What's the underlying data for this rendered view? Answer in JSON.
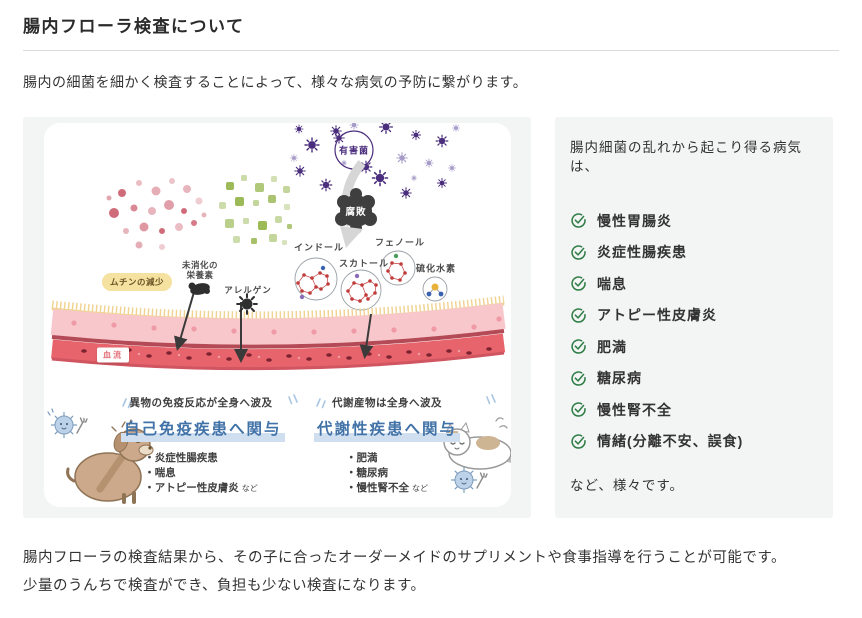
{
  "page": {
    "title": "腸内フローラ検査について",
    "intro": "腸内の細菌を細かく検査することによって、様々な病気の予防に繋がります。",
    "footer_line1": "腸内フローラの検査結果から、その子に合ったオーダーメイドのサプリメントや食事指導を行うことが可能です。",
    "footer_line2": "少量のうんちで検査ができ、負担も少ない検査になります。"
  },
  "illustration": {
    "harmful_bacteria_label": "有害菌",
    "putrefaction_label": "腐敗",
    "indole_label": "インドール",
    "skatole_label": "スカトール",
    "phenol_label": "フェノール",
    "hydrogen_sulfide_label": "硫化水素",
    "mucin_label": "ムチンの減少",
    "undigested_line1": "未消化の",
    "undigested_line2": "栄養素",
    "allergen_label": "アレルゲン",
    "bloodflow_label": "血流",
    "left_note": "異物の免疫反応が全身へ波及",
    "left_heading": "自己免疫疾患へ関与",
    "left_items": [
      {
        "text": "炎症性腸疾患",
        "etc": ""
      },
      {
        "text": "喘息",
        "etc": ""
      },
      {
        "text": "アトピー性皮膚炎",
        "etc": "など"
      }
    ],
    "right_note": "代謝産物は全身へ波及",
    "right_heading": "代謝性疾患へ関与",
    "right_items": [
      {
        "text": "肥満",
        "etc": ""
      },
      {
        "text": "糖尿病",
        "etc": ""
      },
      {
        "text": "慢性腎不全",
        "etc": "など"
      }
    ]
  },
  "panel": {
    "intro": "腸内細菌の乱れから起こり得る病気は、",
    "diseases": [
      "慢性胃腸炎",
      "炎症性腸疾患",
      "喘息",
      "アトピー性皮膚炎",
      "肥満",
      "糖尿病",
      "慢性腎不全",
      "情緒(分離不安、誤食)"
    ],
    "outro": "など、様々です。"
  },
  "colors": {
    "check_green": "#2e7d46",
    "heading_blue": "#4273a8",
    "heading_highlight": "#cfdff0",
    "card_gray": "#f3f4f4",
    "bacteria_purple": "#4a2d7c",
    "putrefaction_dark": "#3f3f3f",
    "mucin_yellow": "#f6e2a0",
    "bloodflow_red": "#e4737c"
  }
}
